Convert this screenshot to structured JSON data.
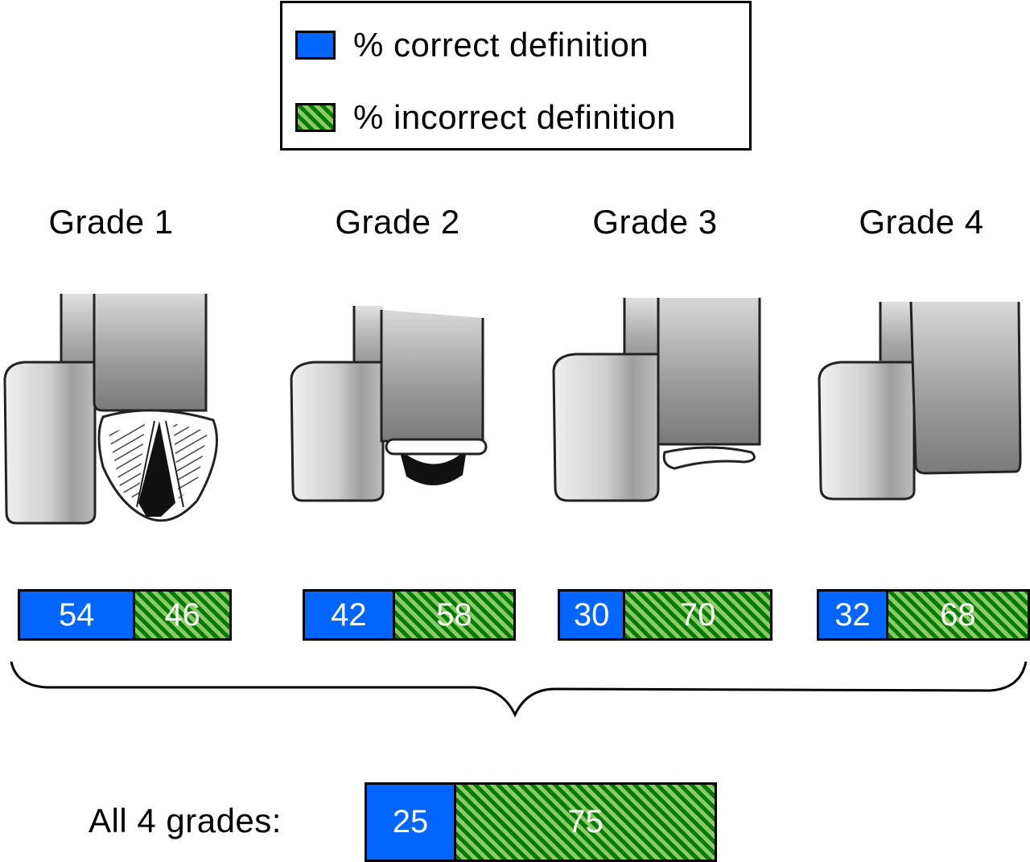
{
  "chart_data": {
    "type": "bar",
    "subtype": "stacked-100-percent-horizontal",
    "title": "",
    "legend": {
      "placement": "top-center",
      "entries": [
        {
          "name": "% correct definition",
          "color": "#0066ff",
          "pattern": "solid"
        },
        {
          "name": "% incorrect definition",
          "colors": [
            "#007a00",
            "#8ccb64"
          ],
          "pattern": "diagonal-hatch"
        }
      ]
    },
    "categories": [
      "Grade 1",
      "Grade 2",
      "Grade 3",
      "Grade 4"
    ],
    "series": [
      {
        "name": "% correct definition",
        "values": [
          54,
          42,
          30,
          32
        ]
      },
      {
        "name": "% incorrect definition",
        "values": [
          46,
          58,
          70,
          68
        ]
      }
    ],
    "total": {
      "label": "All 4 grades:",
      "values": {
        "correct": 25,
        "incorrect": 75
      }
    },
    "annotations": [
      "curly brace grouping all four grade bars into the overall bar"
    ],
    "illustrations": [
      "Grade 1: full glottis visible",
      "Grade 2: only posterior glottis/arytenoids visible",
      "Grade 3: only epiglottis visible",
      "Grade 4: neither glottis nor epiglottis visible"
    ]
  }
}
